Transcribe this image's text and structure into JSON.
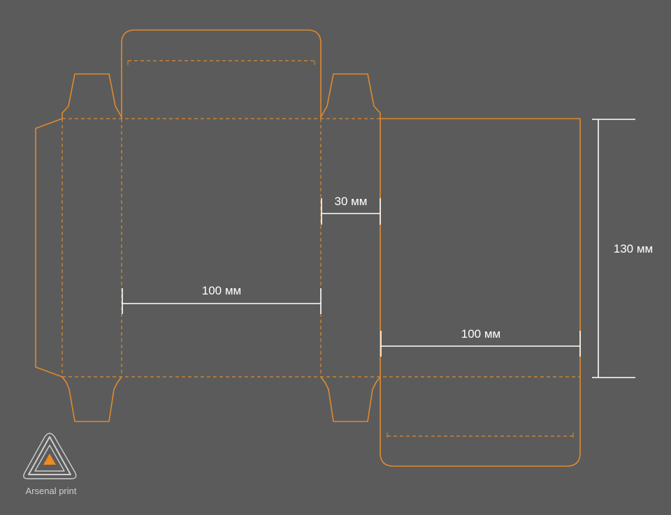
{
  "colors": {
    "background": "#5b5b5b",
    "cut_line": "#e08a2e",
    "dimension_line": "#ffffff",
    "logo": "#cfcfcf",
    "logo_accent": "#f08a1e"
  },
  "dimensions": {
    "front_width": "100 мм",
    "side_width": "30 мм",
    "back_width": "100 мм",
    "height": "130 мм"
  },
  "logo": {
    "icon": "arsenal-print-logo-icon",
    "text": "Arsenal print"
  }
}
